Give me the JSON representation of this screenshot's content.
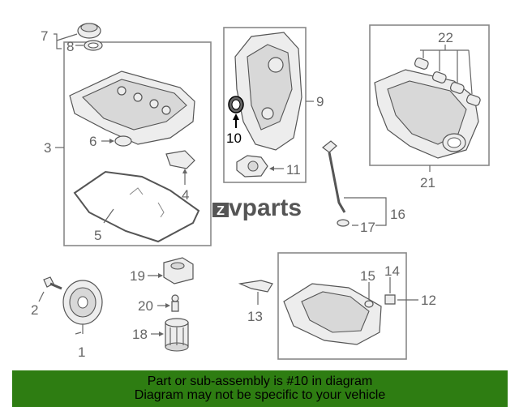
{
  "callouts": {
    "c1": "1",
    "c2": "2",
    "c3": "3",
    "c4": "4",
    "c5": "5",
    "c6": "6",
    "c7": "7",
    "c8": "8",
    "c9": "9",
    "c10": "10",
    "c11": "11",
    "c12": "12",
    "c13": "13",
    "c14": "14",
    "c15": "15",
    "c16": "16",
    "c17": "17",
    "c18": "18",
    "c19": "19",
    "c20": "20",
    "c21": "21",
    "c22": "22"
  },
  "watermark": {
    "logo_mark": "Z",
    "text": "vparts"
  },
  "banner": {
    "line1": "Part or sub-assembly is #10 in diagram",
    "line2": "Diagram may not be specific to your vehicle",
    "color": "#2e7d12"
  },
  "highlight": {
    "part": "10",
    "color": "#000000"
  }
}
